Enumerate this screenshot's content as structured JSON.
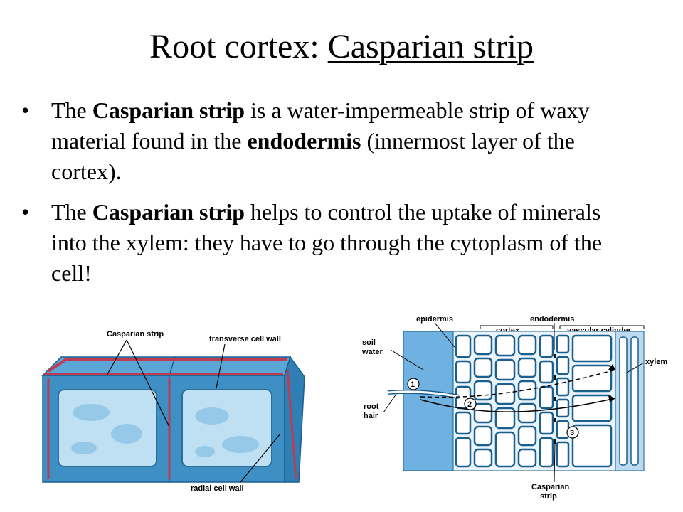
{
  "slide": {
    "title_prefix": "Root cortex: ",
    "title_underlined": "Casparian strip"
  },
  "bullets": [
    {
      "b1": "The ",
      "bold1": "Casparian strip",
      "t2": " is a water-impermeable strip of waxy material found in the ",
      "bold2": "endodermis",
      "t3": " (innermost layer of the cortex)."
    },
    {
      "b1": "The ",
      "bold1": "Casparian strip",
      "t2": " helps to control the uptake of minerals into the xylem: they have to go through the cytoplasm of the cell!"
    }
  ],
  "figure_left": {
    "label_casparian": "Casparian strip",
    "label_transverse": "transverse cell wall",
    "label_radial": "radial cell wall"
  },
  "figure_right": {
    "label_epidermis": "epidermis",
    "label_endodermis": "endodermis",
    "label_cortex": "cortex",
    "label_vascular": "vascular cylinder",
    "label_soil_1": "soil",
    "label_soil_2": "water",
    "label_root_1": "root",
    "label_root_2": "hair",
    "label_xylem": "xylem",
    "label_casp_1": "Casparian",
    "label_casp_2": "strip",
    "marker_1": "1",
    "marker_2": "2",
    "marker_3": "3"
  },
  "colors": {
    "cell_blue": "#3d8fc4",
    "cell_light": "#bfe0f2",
    "strip_red": "#c03a52",
    "soil_blue": "#6fb2e2"
  }
}
